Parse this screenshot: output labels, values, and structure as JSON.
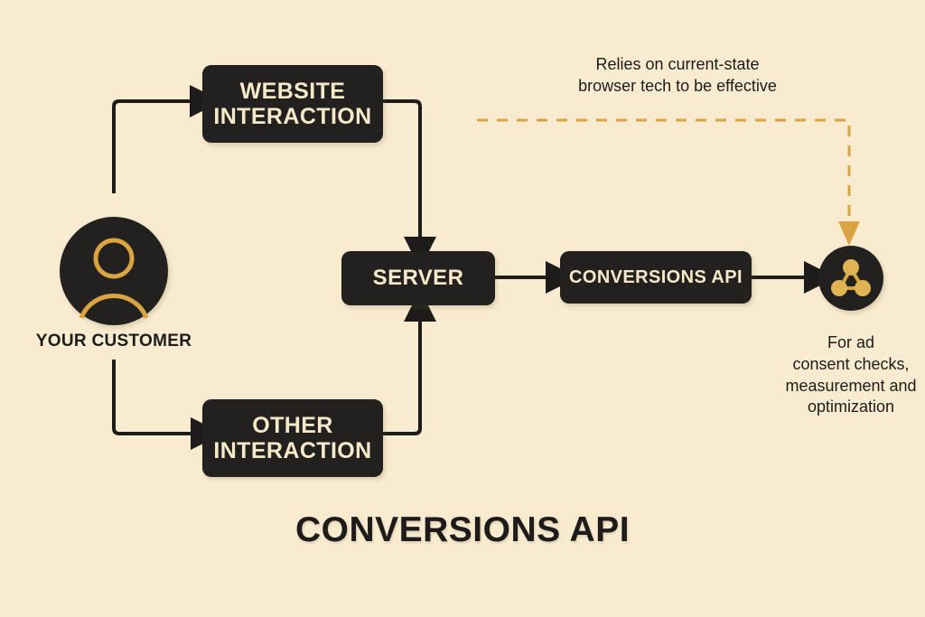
{
  "diagram": {
    "title": "CONVERSIONS API",
    "background_color": "#F8EBCF",
    "dark_color": "#22211F",
    "accent_color": "#D9A441",
    "cream_text_color": "#F7E8C8",
    "nodes": {
      "customer": {
        "icon": "person-avatar-icon",
        "label": "YOUR CUSTOMER"
      },
      "website_interaction": {
        "line1": "WEBSITE",
        "line2": "INTERACTION"
      },
      "other_interaction": {
        "line1": "OTHER",
        "line2": "INTERACTION"
      },
      "server": {
        "label": "SERVER"
      },
      "conversions_api": {
        "label": "CONVERSIONS API"
      },
      "network": {
        "icon": "network-nodes-icon",
        "caption_line1": "For ad",
        "caption_line2": "consent checks,",
        "caption_line3": "measurement and",
        "caption_line4": "optimization"
      }
    },
    "annotations": {
      "browser_note_line1": "Relies on current-state",
      "browser_note_line2": "browser tech to be effective"
    }
  }
}
